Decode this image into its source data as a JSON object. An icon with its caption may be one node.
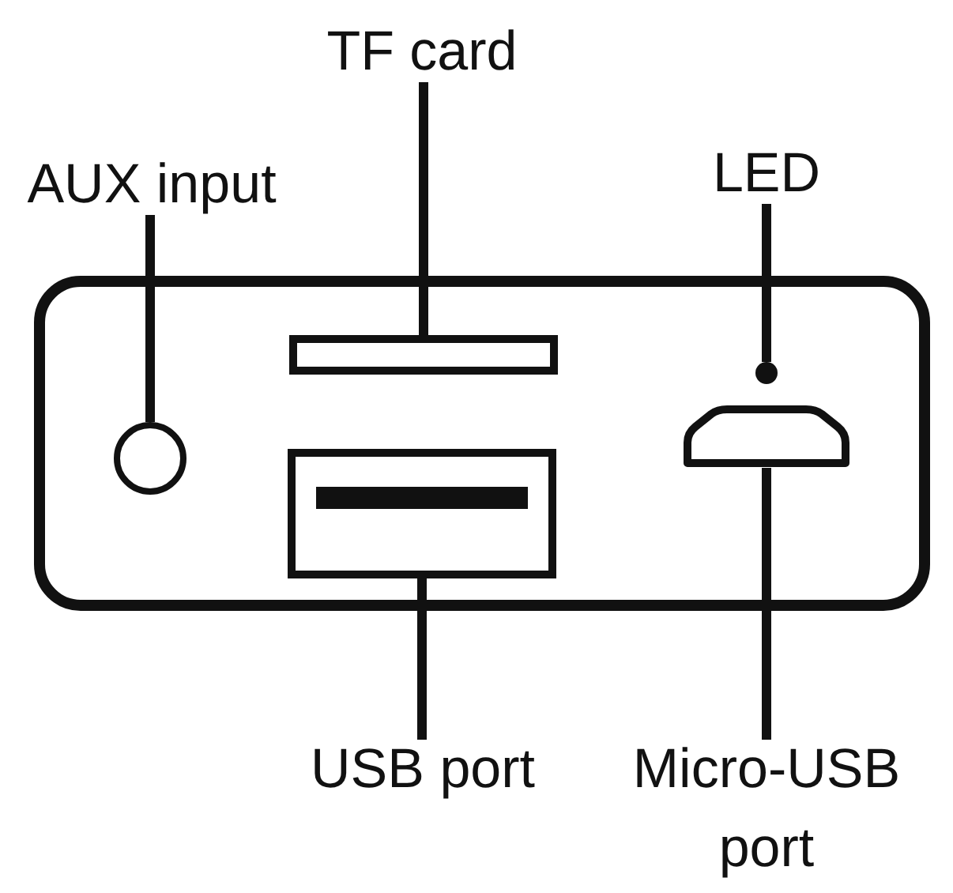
{
  "diagram": {
    "nodes": [
      {
        "text": [
          "TF card"
        ]
      },
      {
        "text": [
          "AUX input"
        ]
      },
      {
        "text": [
          "LED"
        ]
      },
      {
        "text": [],
        "shape": "circle"
      },
      {
        "text": [],
        "shape": "bar"
      },
      {
        "text": [],
        "shape": "circle"
      },
      {
        "text": [],
        "shape": "box"
      },
      {
        "text": [],
        "shape": "box"
      },
      {
        "text": [
          "USB port"
        ]
      },
      {
        "text": [
          "Micro-USB port"
        ]
      }
    ],
    "edges": [
      {
        "from": 1,
        "to": 3,
        "arrow": "none"
      },
      {
        "from": 0,
        "to": 4,
        "arrow": "none"
      },
      {
        "from": 2,
        "to": 5,
        "arrow": "none"
      },
      {
        "from": 8,
        "to": 7,
        "arrow": "none"
      },
      {
        "from": 9,
        "to": 6,
        "arrow": "none"
      }
    ]
  }
}
